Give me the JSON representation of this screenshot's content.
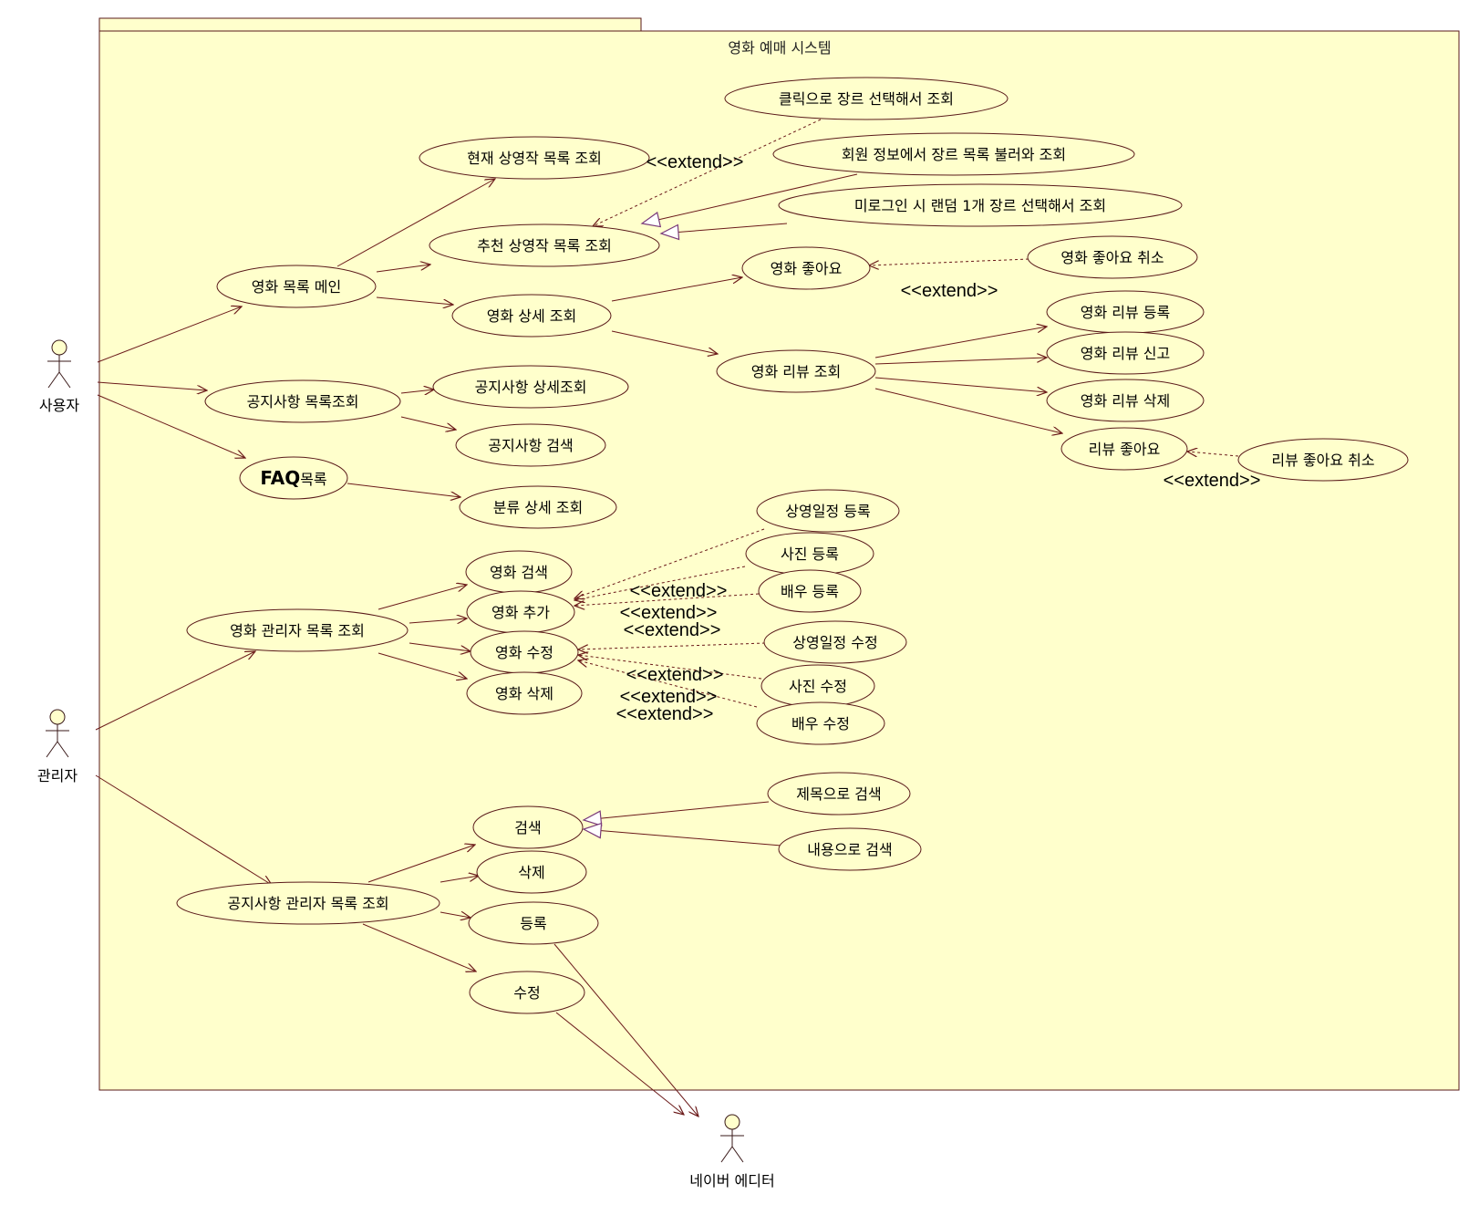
{
  "system": {
    "title": "영화 예매 시스템"
  },
  "actors": {
    "user": "사용자",
    "admin": "관리자",
    "naver": "네이버 에디터"
  },
  "use_cases": {
    "genre_click": "클릭으로 장르 선택해서 조회",
    "current_list": "현재 상영작 목록 조회",
    "member_genre": "회원 정보에서 장르 목록 불러와 조회",
    "guest_random": "미로그인 시 랜덤 1개 장르 선택해서 조회",
    "recommend_list": "추천 상영작 목록 조회",
    "movie_like_cancel": "영화 좋아요 취소",
    "movie_like": "영화 좋아요",
    "movie_main": "영화 목록 메인",
    "movie_detail": "영화 상세 조회",
    "review_register": "영화 리뷰 등록",
    "review_report": "영화 리뷰 신고",
    "review_view": "영화 리뷰 조회",
    "review_delete": "영화 리뷰 삭제",
    "review_like": "리뷰 좋아요",
    "review_like_cancel": "리뷰 좋아요 취소",
    "notice_detail": "공지사항 상세조회",
    "notice_list": "공지사항 목록조회",
    "notice_search": "공지사항 검색",
    "faq_bold": "FAQ",
    "faq_rest": "목록",
    "category_detail": "분류 상세 조회",
    "schedule_register": "상영일정 등록",
    "photo_register": "사진 등록",
    "actor_register": "배우 등록",
    "movie_search": "영화 검색",
    "movie_add": "영화 추가",
    "movie_admin_list": "영화 관리자 목록 조회",
    "movie_edit": "영화 수정",
    "movie_delete": "영화 삭제",
    "schedule_edit": "상영일정 수정",
    "photo_edit": "사진 수정",
    "actor_edit": "배우 수정",
    "title_search": "제목으로 검색",
    "content_search": "내용으로 검색",
    "search": "검색",
    "delete": "삭제",
    "notice_admin_list": "공지사항 관리자 목록 조회",
    "register": "등록",
    "edit": "수정"
  },
  "stereotypes": {
    "extend": "<<extend>>"
  }
}
